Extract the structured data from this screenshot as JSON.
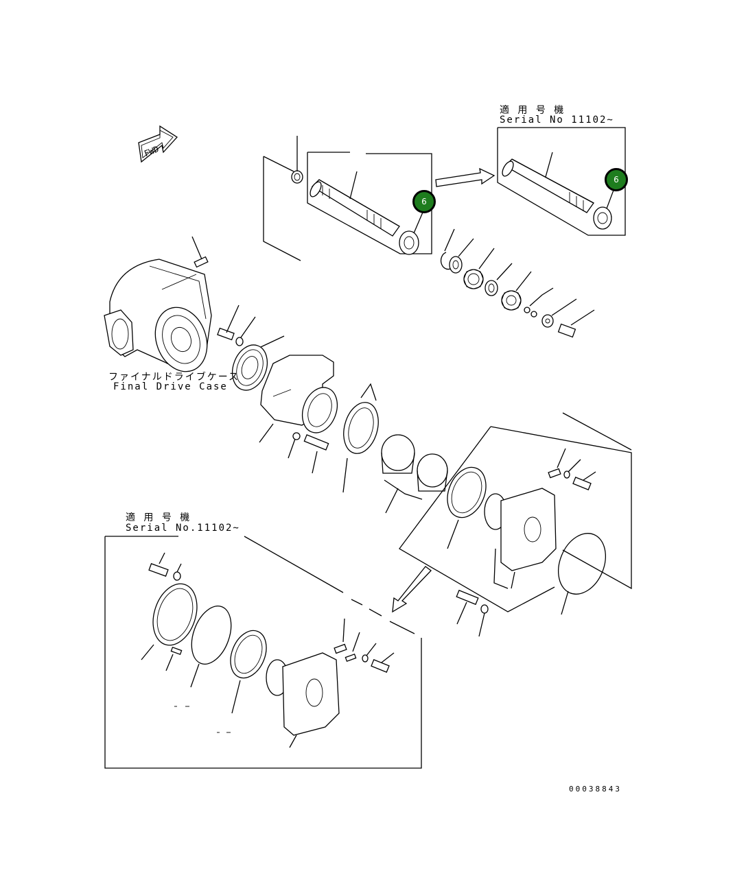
{
  "fwd_label": "FWD",
  "callouts": [
    {
      "id": "callout-6-main",
      "label": "6"
    },
    {
      "id": "callout-6-serial",
      "label": "6"
    }
  ],
  "serial_top": {
    "jp": "適 用 号 機",
    "en": "Serial No 11102~"
  },
  "serial_bottom": {
    "jp": "適 用 号 機",
    "en": "Serial No.11102~"
  },
  "case_label": {
    "jp": "ファイナルドライブケース",
    "en": "Final Drive Case"
  },
  "drawing_number": "00038843",
  "colors": {
    "callout_fill": "#1e7d1e",
    "line": "#000000",
    "background": "#ffffff"
  }
}
